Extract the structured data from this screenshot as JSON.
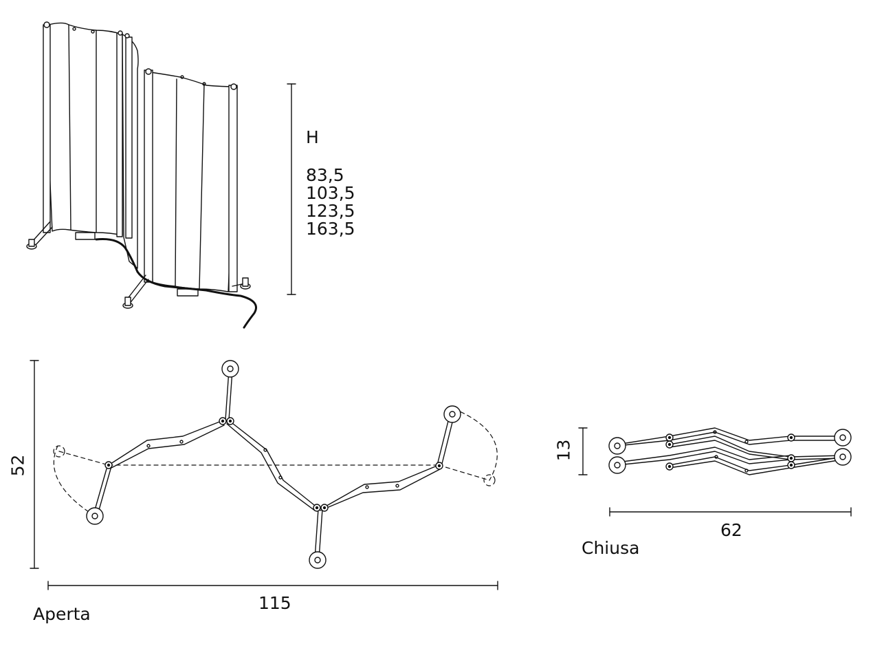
{
  "height_section": {
    "heading": "H",
    "values": [
      "83,5",
      "103,5",
      "123,5",
      "163,5"
    ]
  },
  "open_plan": {
    "depth": "52",
    "width": "115",
    "caption": "Aperta"
  },
  "closed_plan": {
    "depth": "13",
    "width": "62",
    "caption": "Chiusa"
  }
}
